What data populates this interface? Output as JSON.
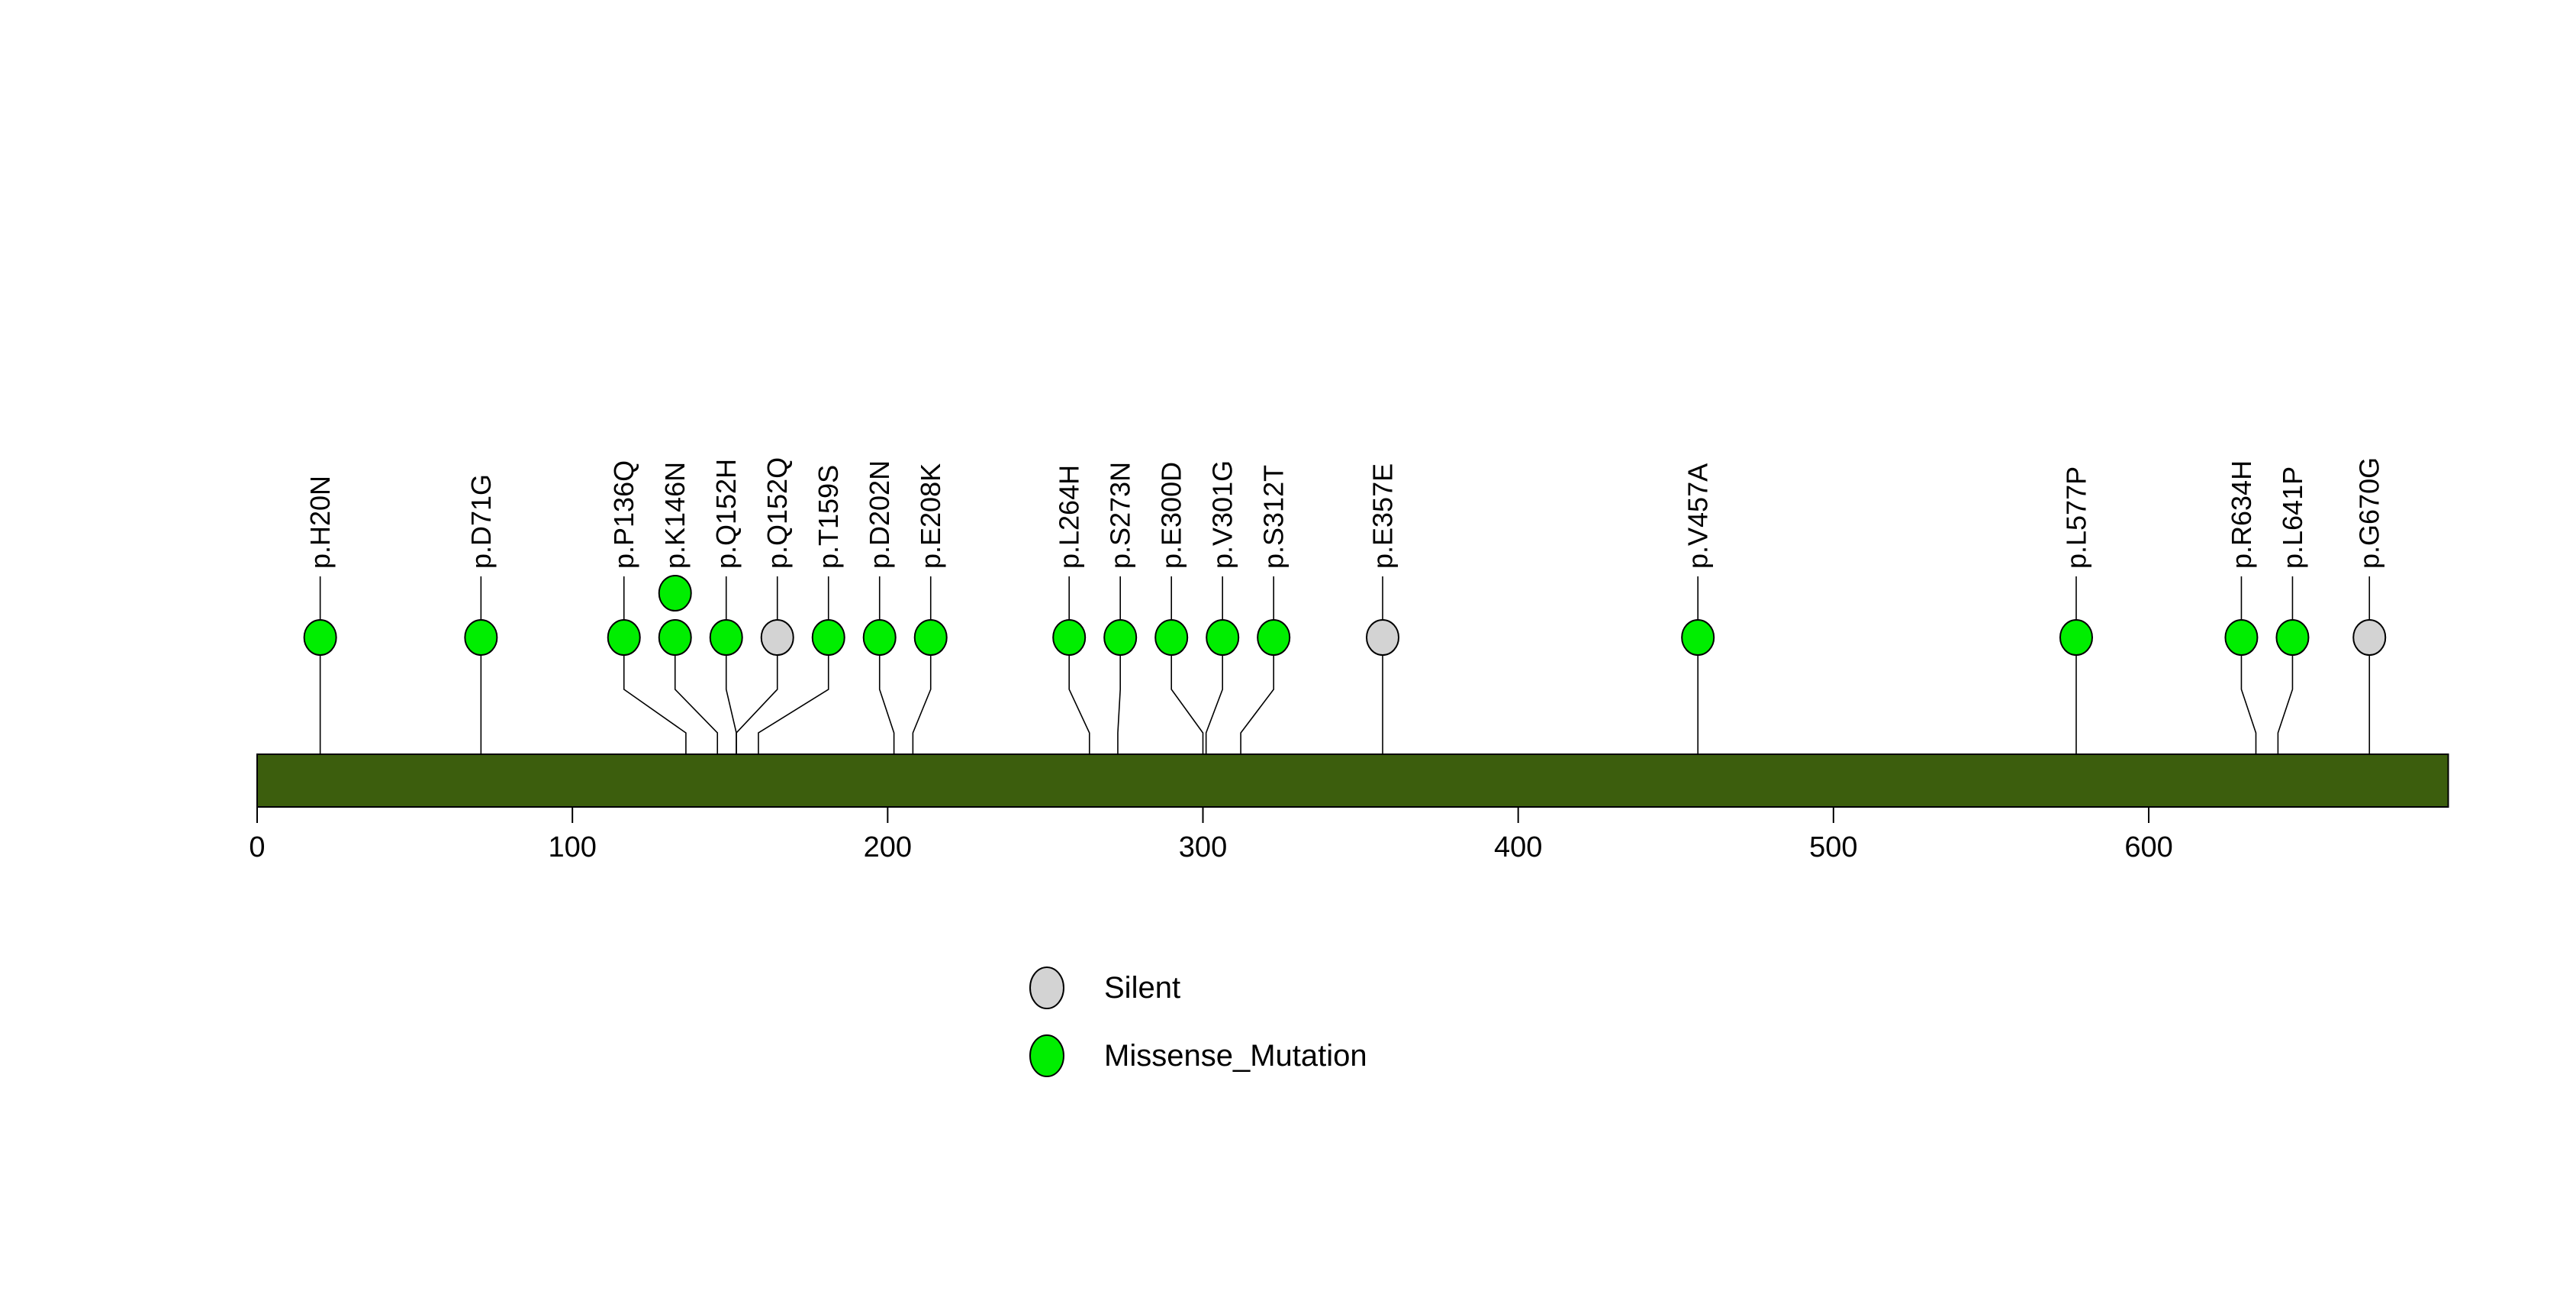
{
  "chart_data": {
    "type": "lollipop",
    "title": "",
    "xlabel": "",
    "ylabel": "",
    "protein": {
      "length_aa": 695,
      "bar_color": "#3C5E0D"
    },
    "x_axis": {
      "ticks": [
        0,
        100,
        200,
        300,
        400,
        500,
        600
      ],
      "range": [
        0,
        695
      ],
      "grid": false
    },
    "mutation_classes": {
      "Silent": "#D3D3D3",
      "Missense_Mutation": "#00EE00"
    },
    "legend": {
      "position": "bottom-center",
      "items": [
        {
          "label": "Silent",
          "color": "#D3D3D3"
        },
        {
          "label": "Missense_Mutation",
          "color": "#00EE00"
        }
      ]
    },
    "mutations": [
      {
        "label": "p.H20N",
        "position": 20,
        "count": 1,
        "class": "Missense_Mutation"
      },
      {
        "label": "p.D71G",
        "position": 71,
        "count": 1,
        "class": "Missense_Mutation"
      },
      {
        "label": "p.P136Q",
        "position": 136,
        "count": 1,
        "class": "Missense_Mutation"
      },
      {
        "label": "p.K146N",
        "position": 146,
        "count": 2,
        "class": "Missense_Mutation"
      },
      {
        "label": "p.Q152H",
        "position": 152,
        "count": 1,
        "class": "Missense_Mutation"
      },
      {
        "label": "p.Q152Q",
        "position": 152,
        "count": 1,
        "class": "Silent"
      },
      {
        "label": "p.T159S",
        "position": 159,
        "count": 1,
        "class": "Missense_Mutation"
      },
      {
        "label": "p.D202N",
        "position": 202,
        "count": 1,
        "class": "Missense_Mutation"
      },
      {
        "label": "p.E208K",
        "position": 208,
        "count": 1,
        "class": "Missense_Mutation"
      },
      {
        "label": "p.L264H",
        "position": 264,
        "count": 1,
        "class": "Missense_Mutation"
      },
      {
        "label": "p.S273N",
        "position": 273,
        "count": 1,
        "class": "Missense_Mutation"
      },
      {
        "label": "p.E300D",
        "position": 300,
        "count": 1,
        "class": "Missense_Mutation"
      },
      {
        "label": "p.V301G",
        "position": 301,
        "count": 1,
        "class": "Missense_Mutation"
      },
      {
        "label": "p.S312T",
        "position": 312,
        "count": 1,
        "class": "Missense_Mutation"
      },
      {
        "label": "p.E357E",
        "position": 357,
        "count": 1,
        "class": "Silent"
      },
      {
        "label": "p.V457A",
        "position": 457,
        "count": 1,
        "class": "Missense_Mutation"
      },
      {
        "label": "p.L577P",
        "position": 577,
        "count": 1,
        "class": "Missense_Mutation"
      },
      {
        "label": "p.R634H",
        "position": 634,
        "count": 1,
        "class": "Missense_Mutation"
      },
      {
        "label": "p.L641P",
        "position": 641,
        "count": 1,
        "class": "Missense_Mutation"
      },
      {
        "label": "p.G670G",
        "position": 670,
        "count": 1,
        "class": "Silent"
      }
    ]
  }
}
